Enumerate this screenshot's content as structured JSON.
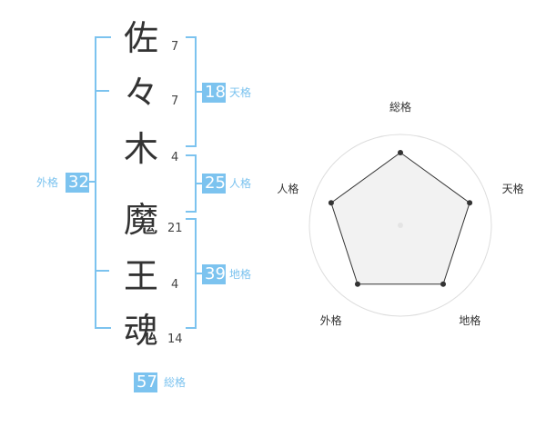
{
  "name": {
    "characters": [
      {
        "char": "佐",
        "strokes": "7"
      },
      {
        "char": "々",
        "strokes": "7"
      },
      {
        "char": "木",
        "strokes": "4"
      },
      {
        "char": "魔",
        "strokes": "21"
      },
      {
        "char": "王",
        "strokes": "4"
      },
      {
        "char": "魂",
        "strokes": "14"
      }
    ]
  },
  "fortune": {
    "tenkaku": {
      "value": "18",
      "label": "天格"
    },
    "jinkaku": {
      "value": "25",
      "label": "人格"
    },
    "chikaku": {
      "value": "39",
      "label": "地格"
    },
    "gaikaku": {
      "value": "32",
      "label": "外格"
    },
    "soukaku": {
      "value": "57",
      "label": "総格"
    }
  },
  "chart_data": {
    "type": "radar",
    "axes": [
      "総格",
      "天格",
      "地格",
      "外格",
      "人格"
    ],
    "values": [
      4,
      4,
      4,
      4,
      4
    ],
    "ring_count": 5,
    "range": [
      0,
      5
    ],
    "colors": {
      "line": "#333333",
      "fill": "#efefef",
      "grid": "#dddddd",
      "center": "#bbbbbb"
    }
  },
  "colors": {
    "accent": "#7cc3ef",
    "text": "#333333"
  }
}
